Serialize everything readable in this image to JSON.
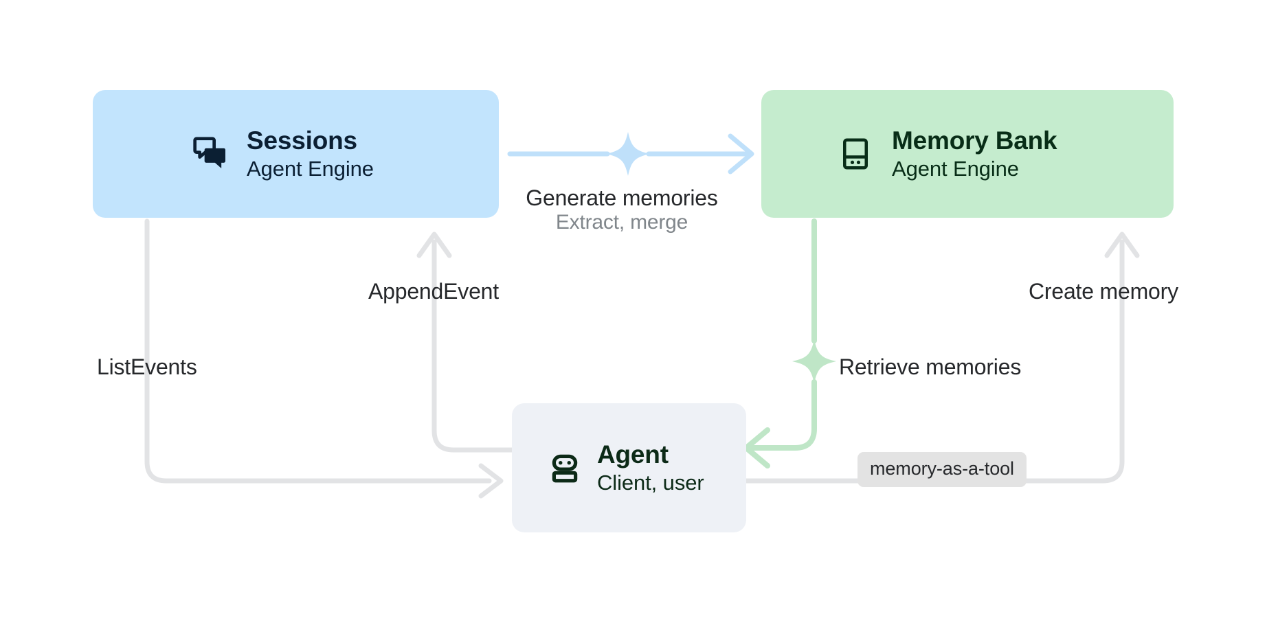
{
  "diagram": {
    "title": "Agent Engine Sessions and Memory Bank architecture",
    "background": "#ffffff",
    "nodes": [
      {
        "id": "sessions",
        "title": "Sessions",
        "subtitle": "Agent Engine",
        "icon": "chat-bubbles-icon",
        "fill": "#c2e4fd",
        "text_color": "#0b1f33"
      },
      {
        "id": "memory-bank",
        "title": "Memory Bank",
        "subtitle": "Agent Engine",
        "icon": "database-storage-icon",
        "fill": "#c5ecce",
        "text_color": "#082d17"
      },
      {
        "id": "agent",
        "title": "Agent",
        "subtitle": "Client, user",
        "icon": "robot-icon",
        "fill": "#eef1f6",
        "text_color": "#0c2a17"
      }
    ],
    "edges": [
      {
        "id": "generate-memories",
        "label": "Generate memories",
        "sublabel": "Extract, merge",
        "from": "sessions",
        "to": "memory-bank",
        "color": "#bfe0fa",
        "sparkle": true
      },
      {
        "id": "list-events",
        "label": "ListEvents",
        "from": "sessions",
        "to": "agent",
        "color": "#e2e3e5",
        "sparkle": false
      },
      {
        "id": "append-event",
        "label": "AppendEvent",
        "from": "agent",
        "to": "sessions",
        "color": "#e2e3e5",
        "sparkle": false
      },
      {
        "id": "retrieve-memories",
        "label": "Retrieve memories",
        "from": "memory-bank",
        "to": "agent",
        "color": "#bfe6c7",
        "sparkle": true
      },
      {
        "id": "create-memory",
        "label": "Create memory",
        "from": "agent",
        "to": "memory-bank",
        "color": "#e2e3e5",
        "sparkle": false
      }
    ],
    "badges": [
      {
        "id": "memory-as-a-tool",
        "label": "memory-as-a-tool",
        "fill": "#e3e3e3",
        "text_color": "#26282b"
      }
    ],
    "colors": {
      "blue_fill": "#c2e4fd",
      "blue_line": "#bfe0fa",
      "green_fill": "#c5ecce",
      "green_line": "#bfe6c7",
      "gray_line": "#e2e3e5",
      "gray_badge": "#e3e3e3",
      "label_text": "#26282b",
      "muted_text": "#80868b"
    }
  }
}
